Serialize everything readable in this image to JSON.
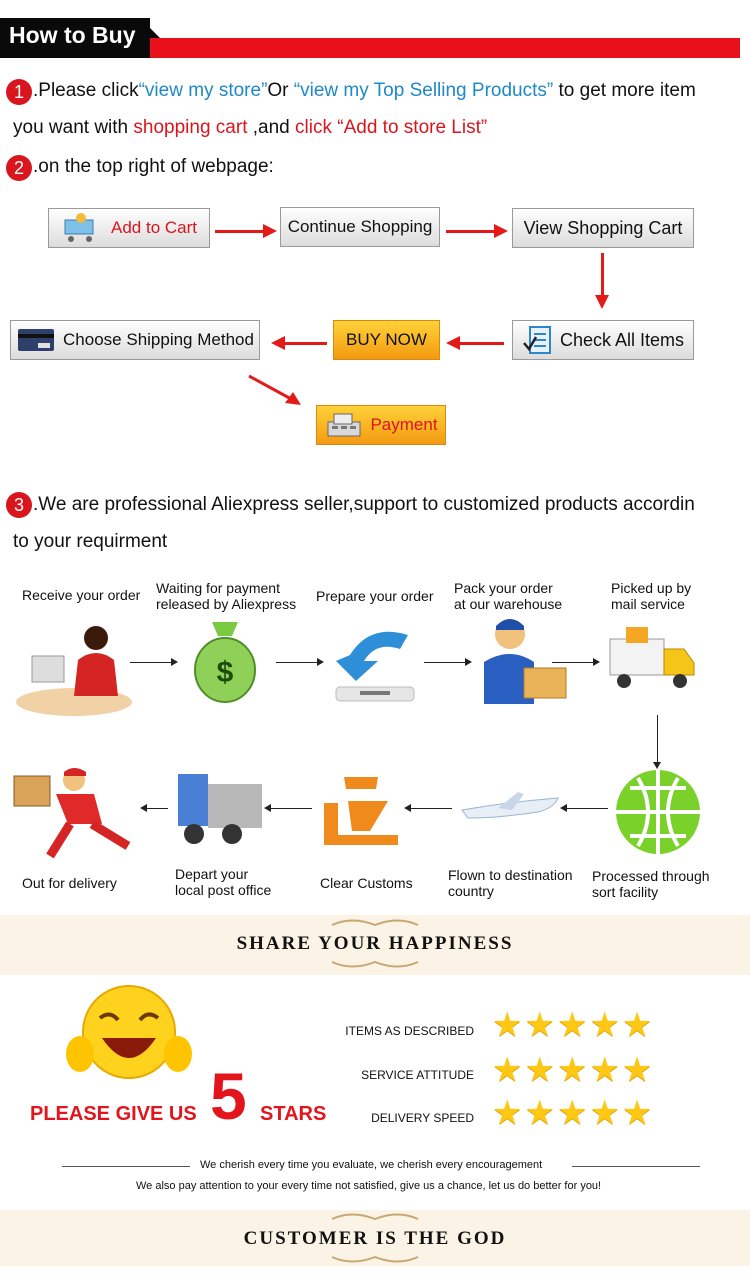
{
  "header": {
    "title": "How to Buy"
  },
  "step1": {
    "num": "1",
    "p1": ".Please click",
    "link1": "“view my store”",
    "p2": "Or ",
    "link2": "“view my Top Selling Products”",
    "p3": " to get more item",
    "line2a": "you want with ",
    "line2red1": "shopping cart",
    "line2b": " ,and ",
    "line2red2": "click “Add to store List”"
  },
  "step2": {
    "num": "2",
    "text": ".on the top right of webpage:"
  },
  "flow": {
    "add_to_cart": "Add to Cart",
    "continue_shopping": "Continue Shopping",
    "view_cart": "View Shopping Cart",
    "check_items": "Check All Items",
    "buy_now": "BUY NOW",
    "choose_shipping": "Choose Shipping Method",
    "payment": "Payment"
  },
  "step3": {
    "num": "3",
    "line1": ".We are professional Aliexpress seller,support to customized products accordin",
    "line2": "to your requirment"
  },
  "process": {
    "receive": "Receive your order",
    "waiting1": "Waiting for payment",
    "waiting2": "released by Aliexpress",
    "prepare": "Prepare your order",
    "pack1": "Pack your order",
    "pack2": "at our warehouse",
    "picked1": "Picked up by",
    "picked2": "mail service",
    "out": "Out for delivery",
    "depart1": "Depart your",
    "depart2": "local post office",
    "customs": "Clear Customs",
    "flown1": "Flown to destination",
    "flown2": "country",
    "sort1": "Processed through",
    "sort2": "sort facility",
    "money_symbol": "$"
  },
  "share": {
    "title": "SHARE YOUR HAPPINESS"
  },
  "rating": {
    "please": "PLEASE GIVE US",
    "five": "5",
    "stars_word": "STARS",
    "items": [
      {
        "label": "ITEMS AS DESCRIBED",
        "stars": "★★★★★"
      },
      {
        "label": "SERVICE ATTITUDE",
        "stars": "★★★★★"
      },
      {
        "label": "DELIVERY SPEED",
        "stars": "★★★★★"
      }
    ],
    "cherish": "We cherish every time you evaluate, we cherish every encouragement",
    "attention": "We also pay attention to your every time not satisfied, give us a chance, let us do better for you!"
  },
  "footer": {
    "title": "CUSTOMER IS THE GOD"
  },
  "colors": {
    "red": "#d9161e",
    "blue": "#1f88c7",
    "star": "#ffc814",
    "banner": "#fbf4e6"
  }
}
